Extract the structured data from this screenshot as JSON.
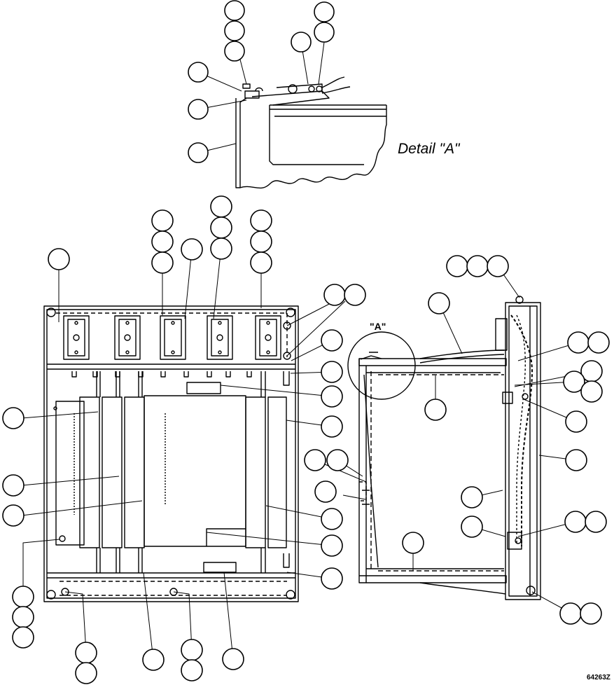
{
  "labels": {
    "detail_title": "Detail \"A\"",
    "detail_marker": "\"A\"",
    "figure_id": "64263Z"
  },
  "colors": {
    "line": "#000000",
    "background": "#ffffff"
  }
}
